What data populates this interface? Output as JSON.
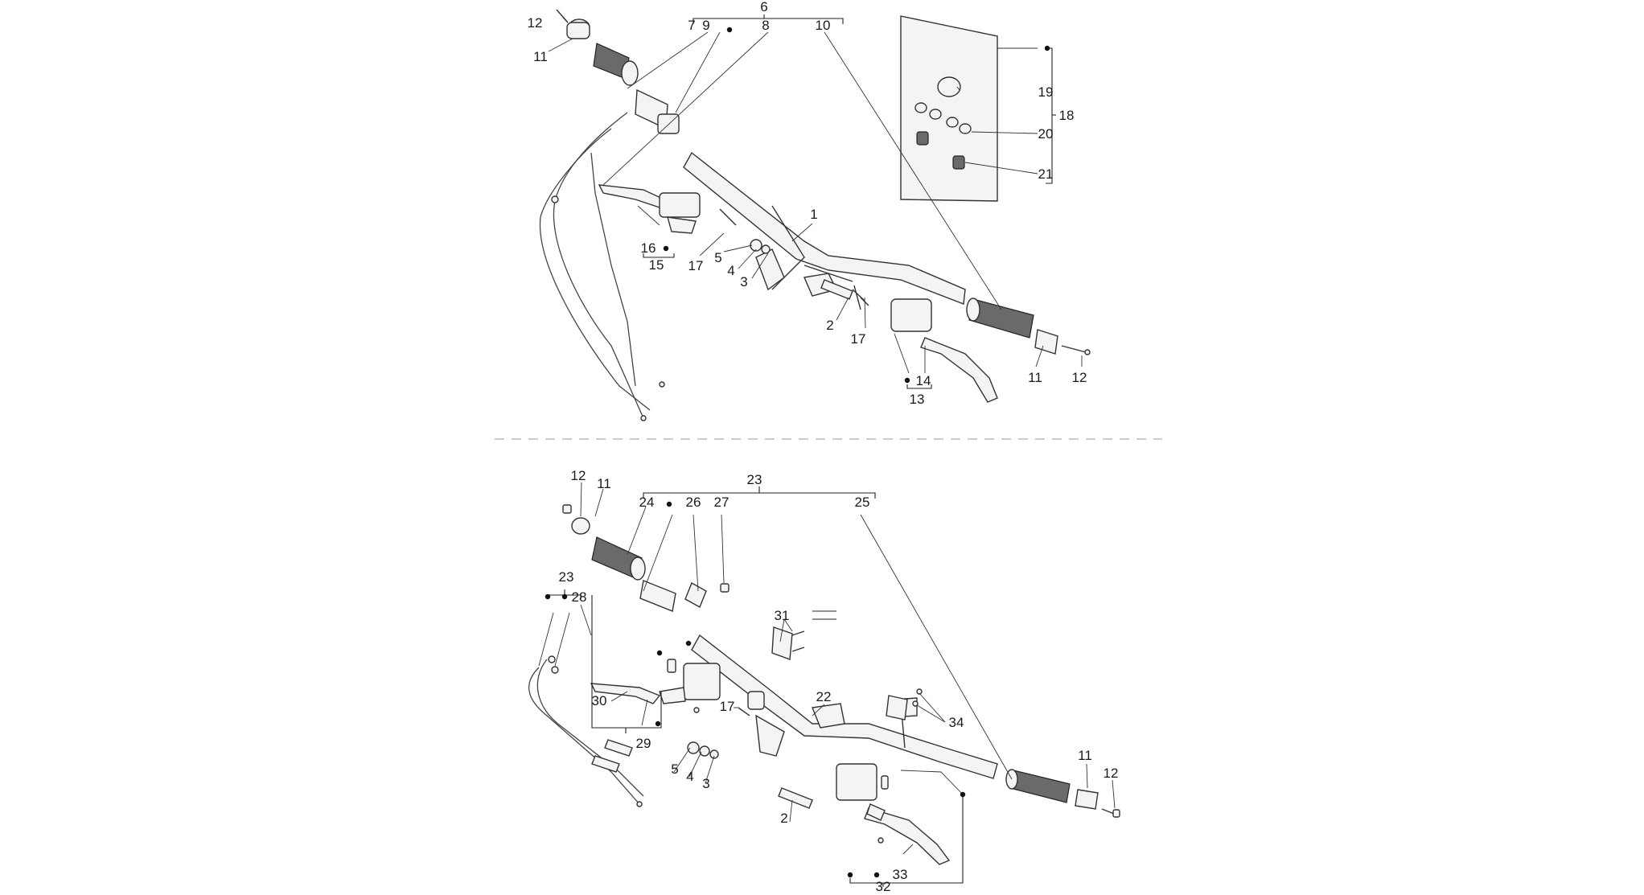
{
  "diagram": {
    "upper_assembly": {
      "labels": {
        "n1": "1",
        "n2": "2",
        "n3": "3",
        "n4": "4",
        "n5": "5",
        "n6": "6",
        "n7": "7",
        "n8": "8",
        "n9": "9",
        "n10": "10",
        "n11a": "11",
        "n11b": "11",
        "n12a": "12",
        "n12b": "12",
        "n13": "13",
        "n14": "14",
        "n15": "15",
        "n16": "16",
        "n17a": "17",
        "n17b": "17",
        "n18": "18",
        "n19": "19",
        "n20": "20",
        "n21": "21"
      }
    },
    "lower_assembly": {
      "labels": {
        "n2": "2",
        "n3": "3",
        "n4": "4",
        "n5": "5",
        "n11a": "11",
        "n11b": "11",
        "n12a": "12",
        "n12b": "12",
        "n17": "17",
        "n22": "22",
        "n23a": "23",
        "n23b": "23",
        "n24": "24",
        "n25": "25",
        "n26": "26",
        "n27": "27",
        "n28": "28",
        "n29": "29",
        "n30": "30",
        "n31": "31",
        "n32": "32",
        "n33": "33",
        "n34": "34"
      }
    }
  }
}
